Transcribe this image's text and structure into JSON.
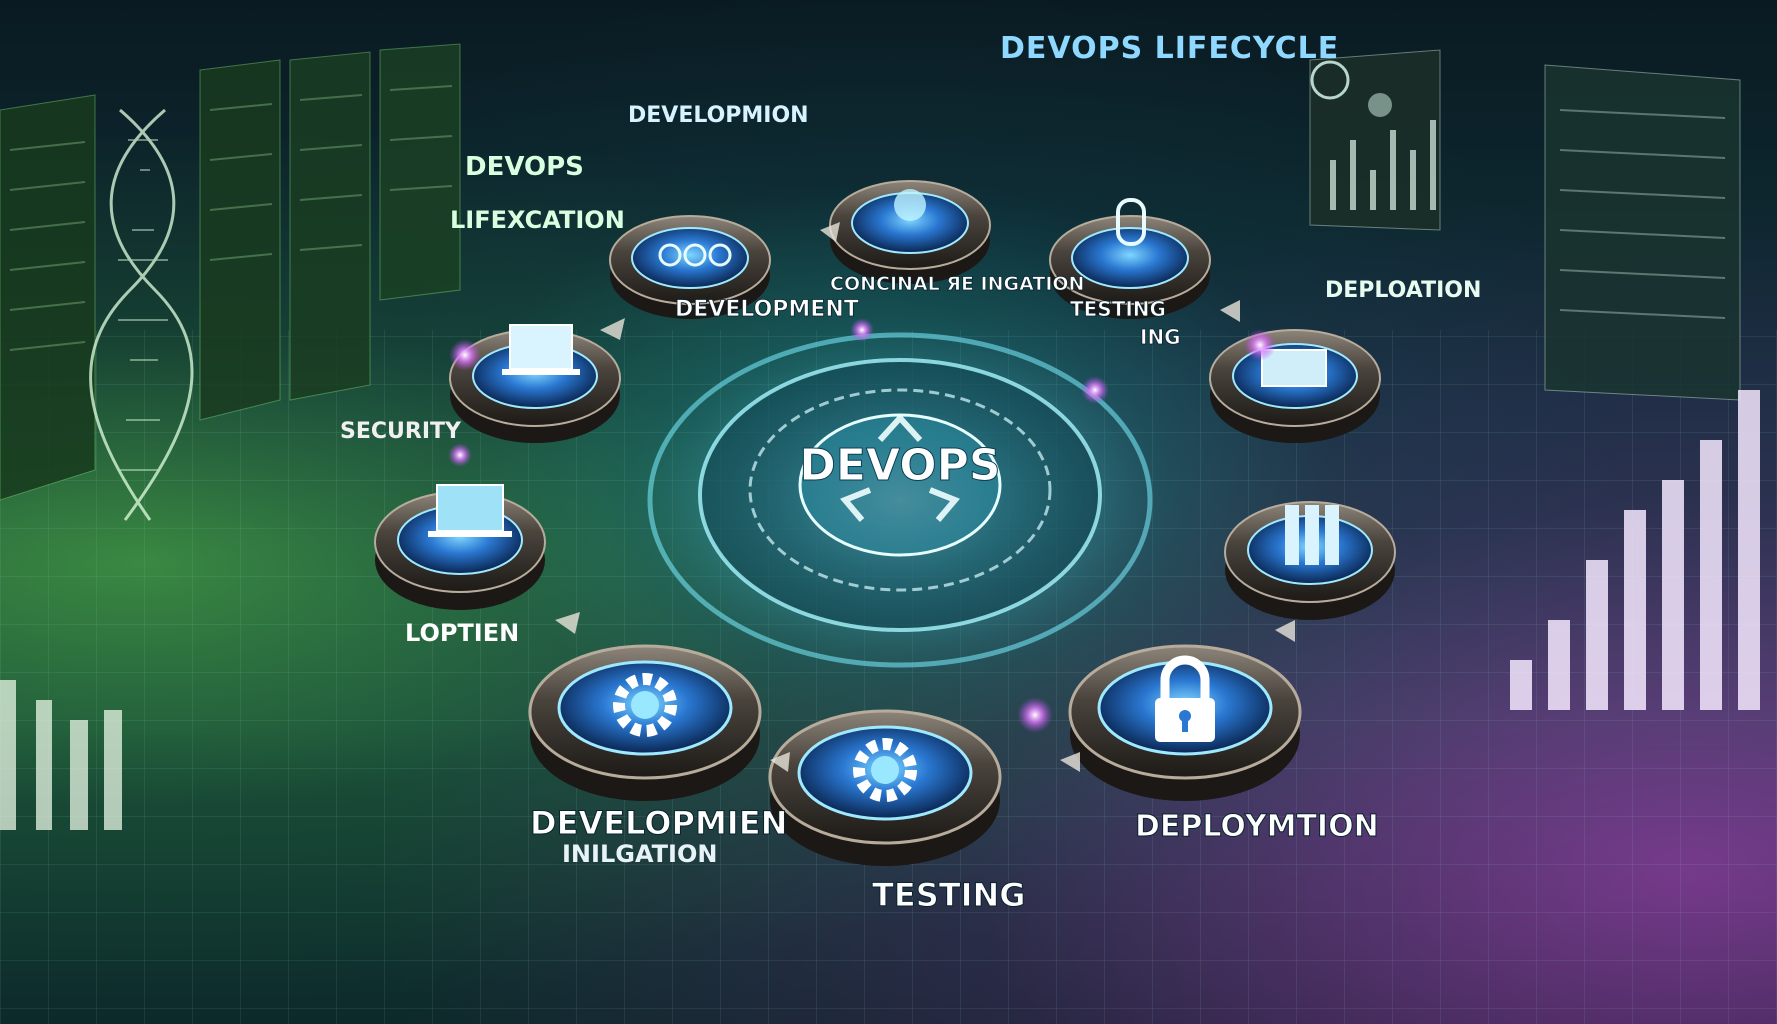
{
  "header": {
    "title": "DEVOPS LIFECYCLE"
  },
  "center": {
    "label": "DEVOPS"
  },
  "side_labels": {
    "development_top": "DEVELOPMION",
    "devops": "DEVOPS",
    "lifecycle": "LIFEXCATION",
    "security": "SECURITY",
    "loptien": "LOPTIEN",
    "deployation": "DEPLOATION"
  },
  "ring_labels": {
    "development_upper": "DEVELOPMENT",
    "continuous_integration": "CONCINAL ЯE INGATION",
    "testing_upper": "TESTING",
    "testing_upper_sub": "ING",
    "development_lower": "DEVELOPMIEN",
    "development_lower_sub": "INILGATION",
    "testing_lower": "TESTING",
    "deployment_lower": "DEPLOYMTION"
  },
  "icons": {
    "center": "recycle-icon",
    "gear": "gear-icon",
    "lock": "lock-icon",
    "laptop": "laptop-icon",
    "dna": "dna-helix-icon",
    "bar_chart": "bar-chart-icon"
  },
  "colors": {
    "accent_cyan": "#5fe3f5",
    "accent_blue": "#2b7fd8",
    "accent_green": "#7ce05a",
    "accent_magenta": "#d24be0",
    "node_metal": "#3b3631"
  }
}
